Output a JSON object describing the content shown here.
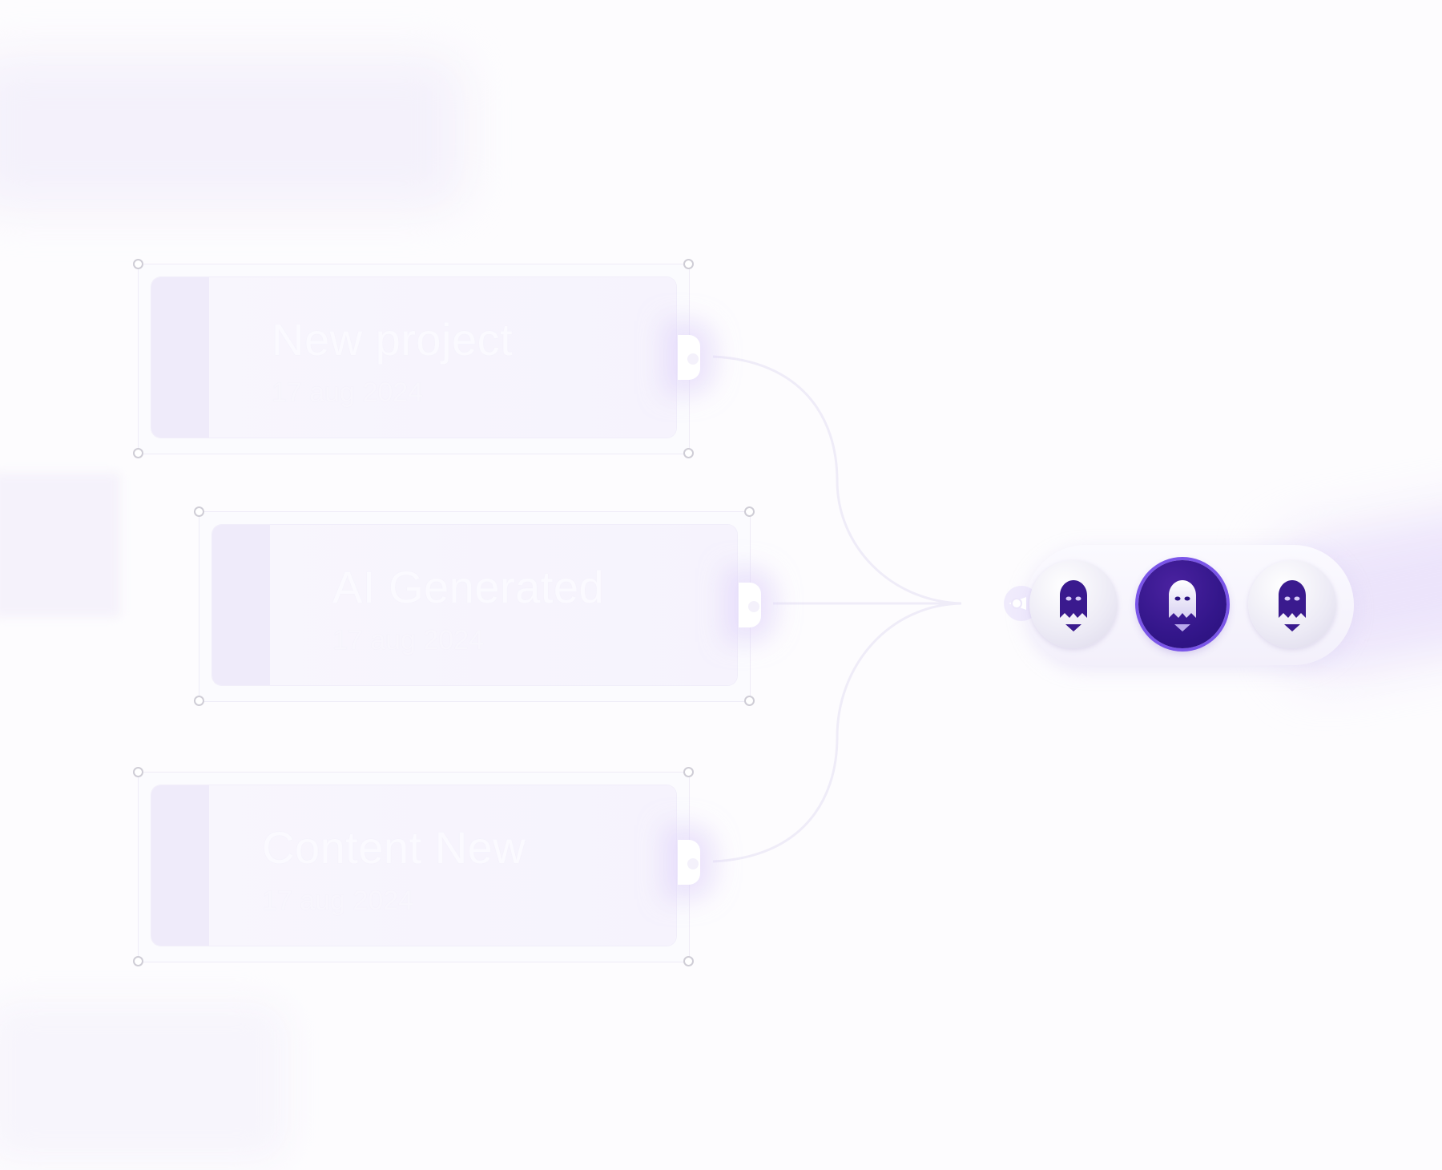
{
  "cards": [
    {
      "title": "New project",
      "date": "17 aug 2024"
    },
    {
      "title": "AI Generated",
      "date": "17 aug 2024"
    },
    {
      "title": "Content New",
      "date": "17 aug 2024"
    }
  ],
  "avatars": [
    {
      "icon": "ghost-pencil-icon",
      "selected": false
    },
    {
      "icon": "ghost-pencil-icon",
      "selected": true
    },
    {
      "icon": "ghost-pencil-icon",
      "selected": false
    }
  ],
  "colors": {
    "accent": "#7a55e8",
    "accent_dark": "#33168a",
    "icon_purple": "#3a1a8e",
    "card_bg": "#f6f3fd"
  }
}
